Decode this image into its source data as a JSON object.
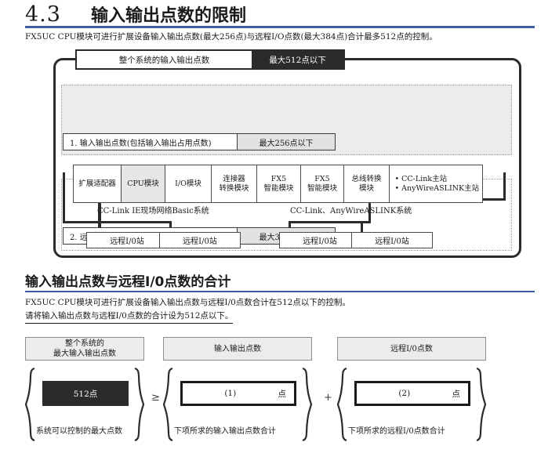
{
  "section": {
    "number": "4.3",
    "title": "输入输出点数的限制",
    "intro": "FX5UC CPU模块可进行扩展设备输入输出点数(最大256点)与远程I/O点数(最大384点)合计最多512点的控制。",
    "rule_color": "#3d5ca6"
  },
  "diagram": {
    "titlebar": {
      "label": "整个系统的输入输出点数",
      "value": "最大512点以下"
    },
    "region1": {
      "label": "1.  输入输出点数(包括输入输出占用点数)",
      "value": "最大256点以下",
      "modules": [
        {
          "name": "扩展适配器",
          "lines": [
            "扩展适配器"
          ],
          "shaded": false,
          "width": 62
        },
        {
          "name": "CPU模块",
          "lines": [
            "CPU模块"
          ],
          "shaded": true,
          "width": 58
        },
        {
          "name": "I/O模块",
          "lines": [
            "I/O模块"
          ],
          "shaded": false,
          "width": 60
        },
        {
          "name": "连接器转换模块",
          "lines": [
            "连接器",
            "转换模块"
          ],
          "shaded": false,
          "width": 60
        },
        {
          "name": "FX5智能模块",
          "lines": [
            "FX5",
            "智能模块"
          ],
          "shaded": false,
          "width": 57
        },
        {
          "name": "FX5智能模块",
          "lines": [
            "FX5",
            "智能模块"
          ],
          "shaded": false,
          "width": 57
        },
        {
          "name": "总线转换模块",
          "lines": [
            "总线转换",
            "模块"
          ],
          "shaded": false,
          "width": 59
        },
        {
          "name": "主站列表",
          "lines": [
            "• CC-Link主站",
            "• AnyWireASLINK主站"
          ],
          "shaded": false,
          "width": 120,
          "bullets": true
        }
      ]
    },
    "region2": {
      "label": "2.  远程I/O点数",
      "value": "最大384点以下",
      "networks": [
        {
          "label": "CC-Link IE现场网络Basic系统",
          "stations": [
            "远程I/0站",
            "远程I/0站"
          ]
        },
        {
          "label": "CC-Link、AnyWireASLINK系统",
          "stations": [
            "远程I/0站",
            "远程I/0站"
          ]
        }
      ]
    }
  },
  "summary": {
    "heading": "输入输出点数与远程I/0点数的合计",
    "para1": "FX5UC CPU模块可进行扩展设备输入输出点数与远程I/0点数合计在512点以下的控制。",
    "para2": "请将输入输出点数与远程I/0点数的合计设为512点以下。"
  },
  "formula": {
    "operator_ge": "≥",
    "operator_plus": "+",
    "groups": [
      {
        "caption": "整个系统的\n最大输入输出点数",
        "caption_line1": "整个系统的",
        "caption_line2": "最大输入输出点数",
        "value": "512点",
        "unit": "",
        "note": "系统可以控制的最大点数",
        "style": "dark"
      },
      {
        "caption_line1": "输入输出点数",
        "caption_line2": "",
        "value": "(1)",
        "unit": "点",
        "note": "下项所求的输入输出点数合计",
        "style": "light"
      },
      {
        "caption_line1": "远程I/0点数",
        "caption_line2": "",
        "value": "(2)",
        "unit": "点",
        "note": "下项所求的远程I/0点数合计",
        "style": "light"
      }
    ]
  }
}
